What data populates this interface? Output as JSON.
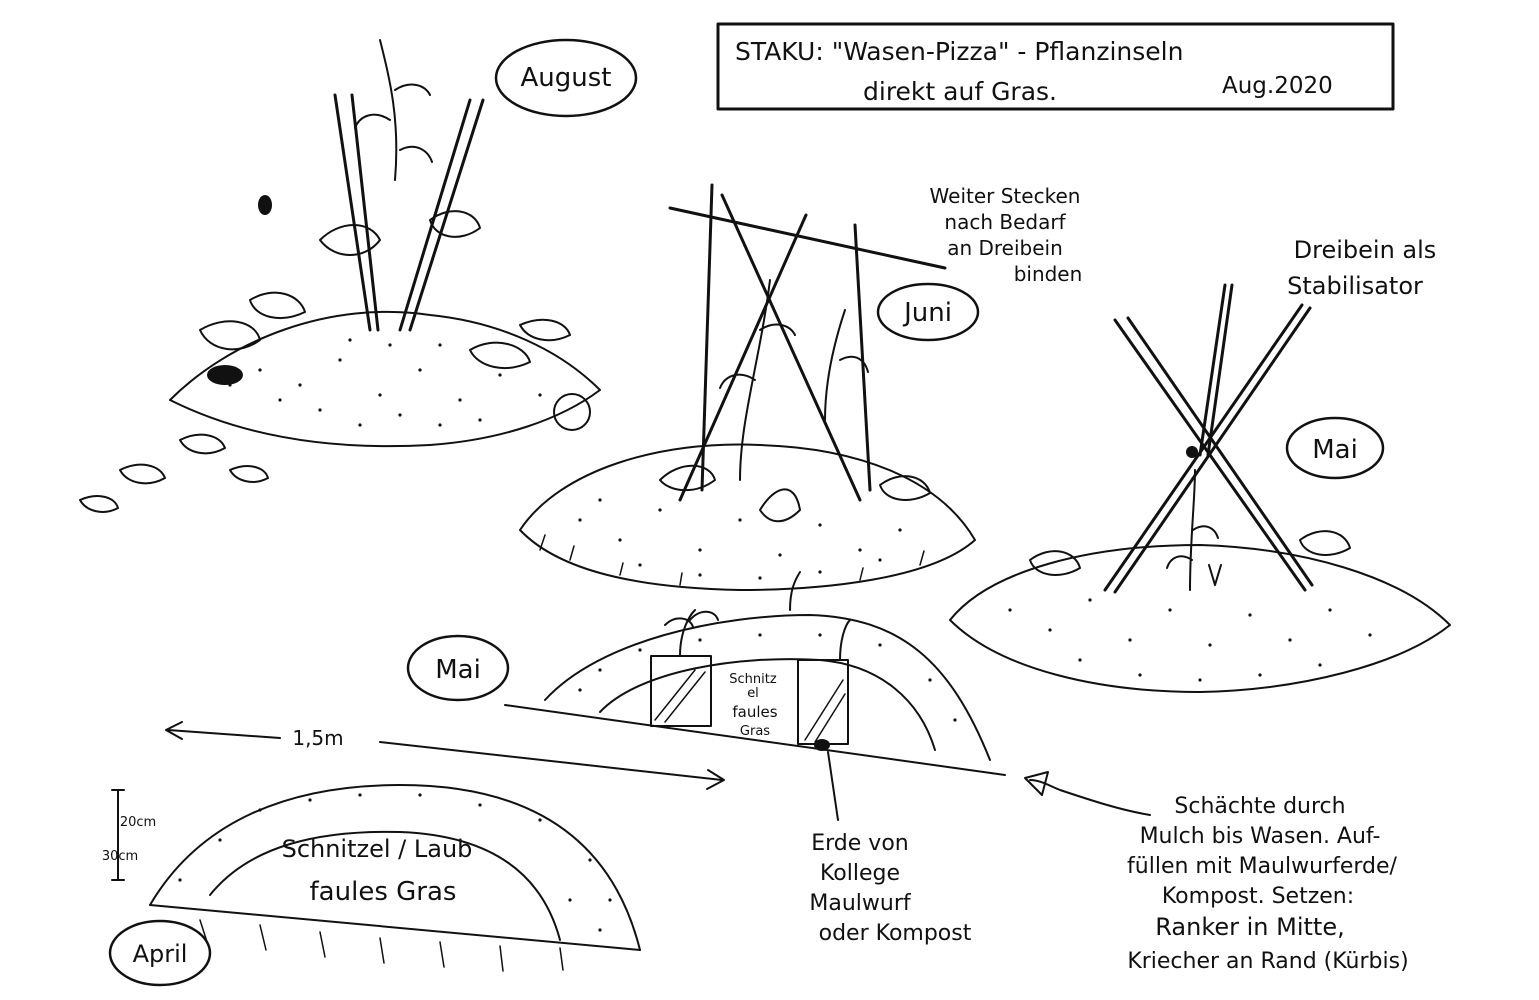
{
  "title": {
    "line1": "STAKU: \"Wasen-Pizza\" - Pflanzinseln",
    "line2": "direkt auf Gras.",
    "date": "Aug.2020"
  },
  "stages": {
    "august": "August",
    "juni": "Juni",
    "mai_tripod": "Mai",
    "mai_section": "Mai",
    "april": "April"
  },
  "notes": {
    "stecken": [
      "Weiter Stecken",
      "nach Bedarf",
      "an Dreibein",
      "binden"
    ],
    "dreibein": [
      "Dreibein als",
      "Stabilisator"
    ],
    "erde": [
      "Erde von",
      "Kollege",
      "Maulwurf",
      "oder Kompost"
    ],
    "schaechte": [
      "Schächte durch",
      "Mulch bis Wasen. Auf-",
      "füllen mit Maulwurferde/",
      "Kompost. Setzen:",
      "Ranker in Mitte,",
      "Kriecher an Rand (Kürbis)"
    ]
  },
  "section_labels": {
    "schnitzel_small": [
      "Schnitz",
      "el",
      "faules",
      "Gras"
    ],
    "schnitzel_laub": "Schnitzel / Laub",
    "faules_gras": "faules Gras"
  },
  "dimensions": {
    "width": "1,5m",
    "h20": "20cm",
    "h30": "30cm"
  }
}
